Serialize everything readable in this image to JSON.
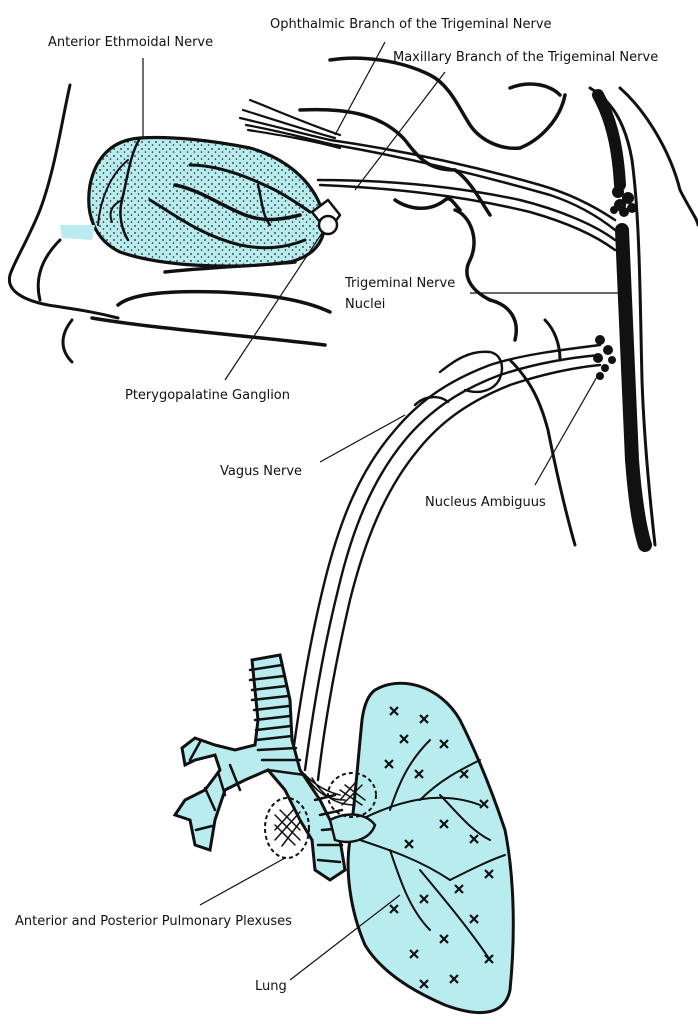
{
  "colors": {
    "fill": "#b8ecef",
    "ink": "#111111",
    "background": "#ffffff"
  },
  "labels": {
    "anterior_ethmoidal": "Anterior Ethmoidal Nerve",
    "ophthalmic": "Ophthalmic Branch of the Trigeminal Nerve",
    "maxillary": "Maxillary Branch of the Trigeminal Nerve",
    "trigeminal_nuclei_line1": "Trigeminal Nerve",
    "trigeminal_nuclei_line2": "Nuclei",
    "pterygopalatine": "Pterygopalatine Ganglion",
    "vagus": "Vagus Nerve",
    "nucleus_ambiguus": "Nucleus Ambiguus",
    "pulmonary_plexuses": "Anterior and Posterior Pulmonary Plexuses",
    "lung": "Lung"
  }
}
